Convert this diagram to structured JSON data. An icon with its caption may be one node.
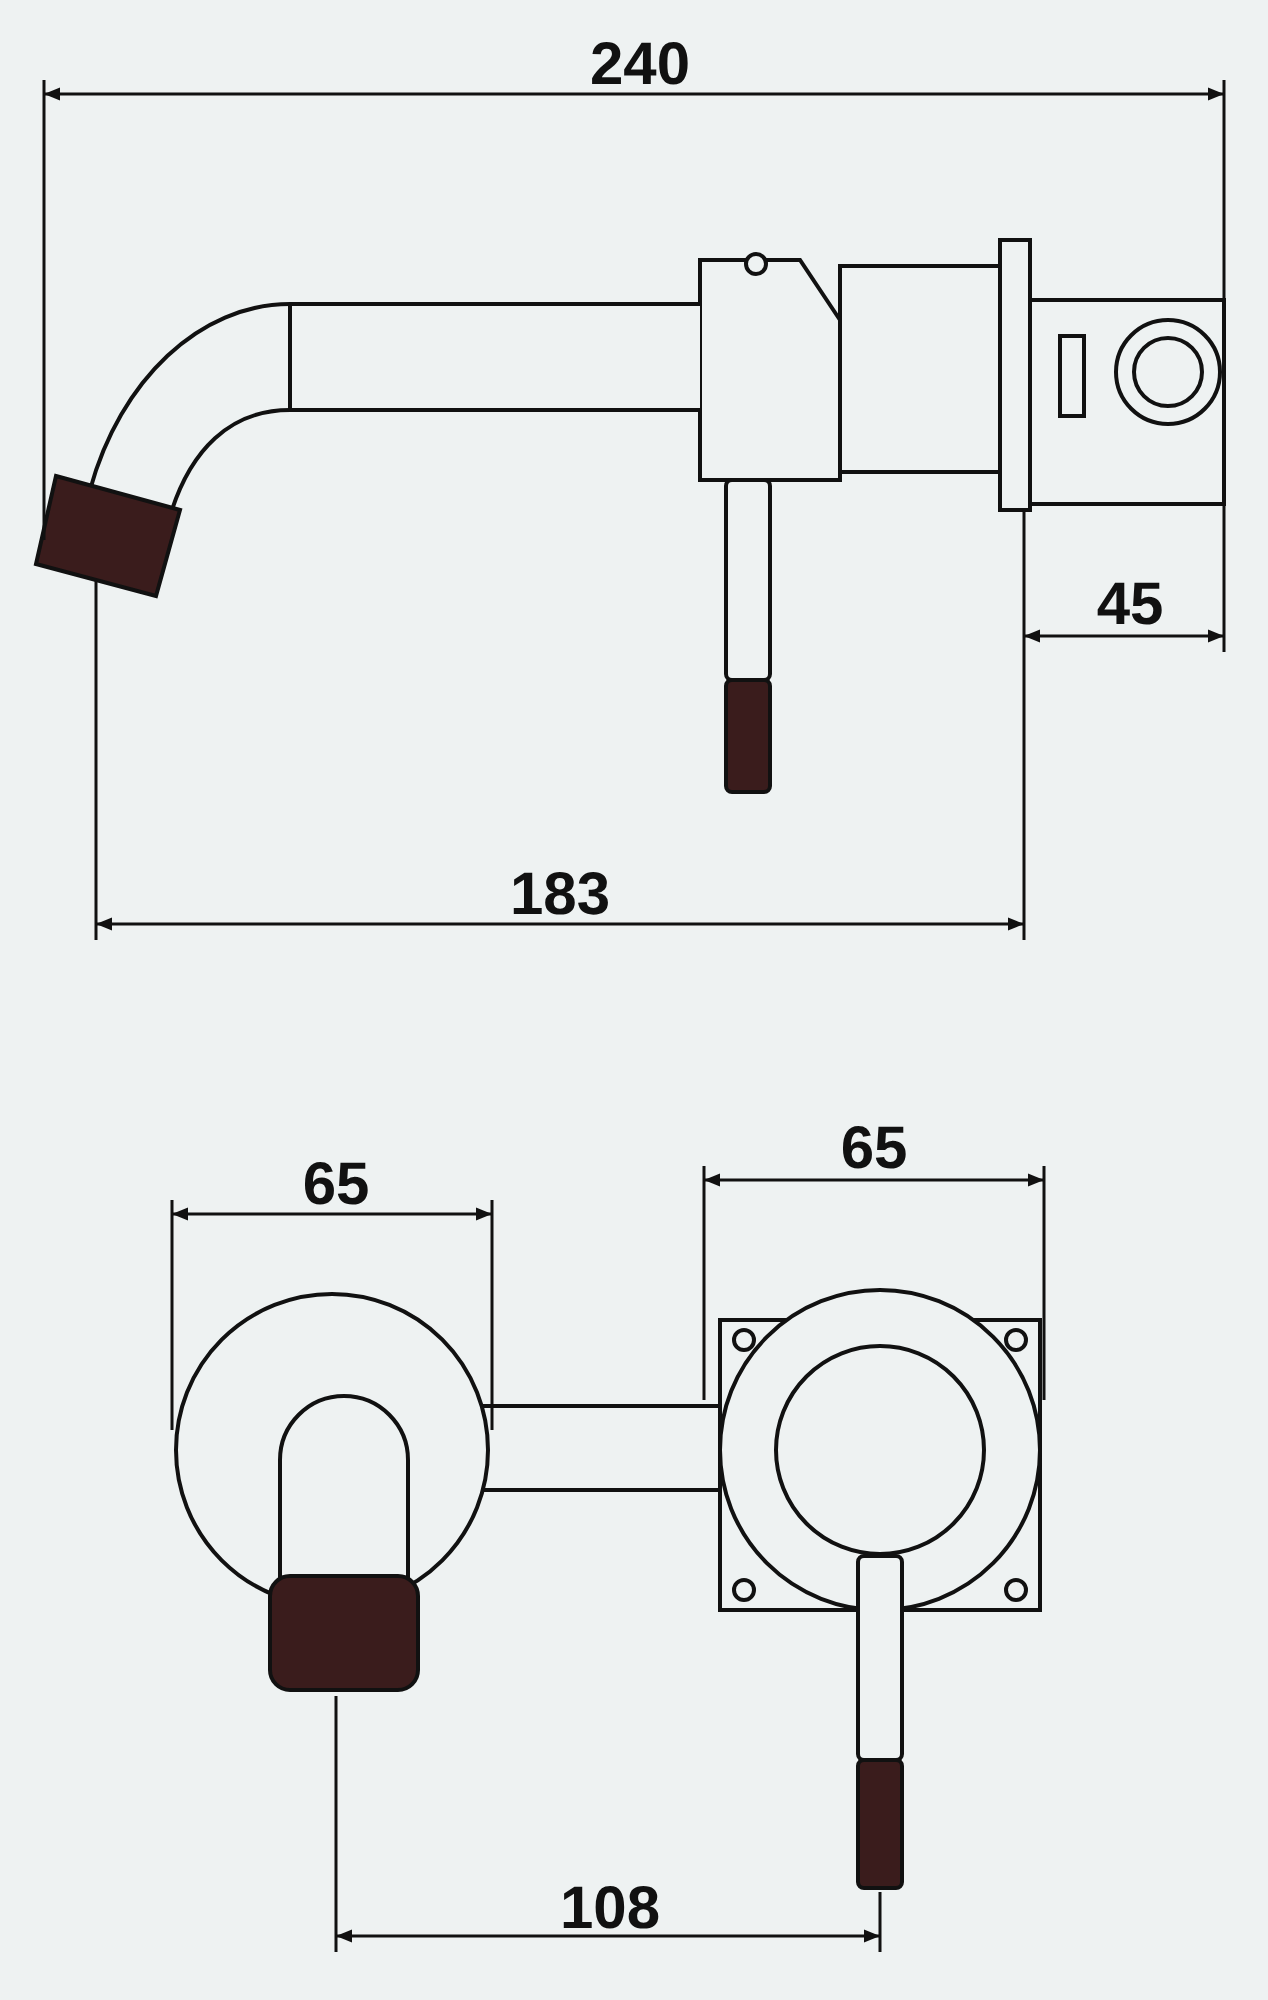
{
  "diagram": {
    "labels": [
      "240",
      "45",
      "183",
      "65",
      "65",
      "108"
    ]
  }
}
